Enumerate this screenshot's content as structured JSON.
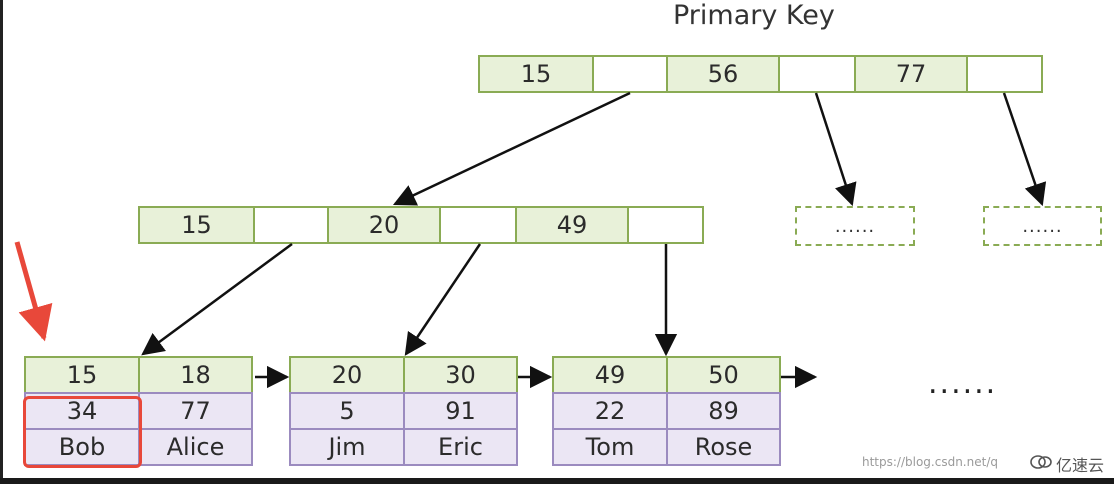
{
  "title": "Primary Key",
  "root": {
    "keys": [
      "15",
      "56",
      "77"
    ]
  },
  "internal": {
    "keys": [
      "15",
      "20",
      "49"
    ]
  },
  "placeholders": [
    "......",
    "......"
  ],
  "leaves": [
    {
      "keys": [
        "15",
        "18"
      ],
      "rows": [
        [
          "34",
          "77"
        ],
        [
          "Bob",
          "Alice"
        ]
      ]
    },
    {
      "keys": [
        "20",
        "30"
      ],
      "rows": [
        [
          "5",
          "91"
        ],
        [
          "Jim",
          "Eric"
        ]
      ]
    },
    {
      "keys": [
        "49",
        "50"
      ],
      "rows": [
        [
          "22",
          "89"
        ],
        [
          "Tom",
          "Rose"
        ]
      ]
    }
  ],
  "more": "......",
  "watermark": "https://blog.csdn.net/q",
  "brand": "亿速云",
  "colors": {
    "key_fill": "#e8f1d9",
    "key_border": "#8aab54",
    "data_fill": "#ebe6f4",
    "data_border": "#9b8bbf",
    "highlight": "#e8483a",
    "arrow": "#111111"
  }
}
